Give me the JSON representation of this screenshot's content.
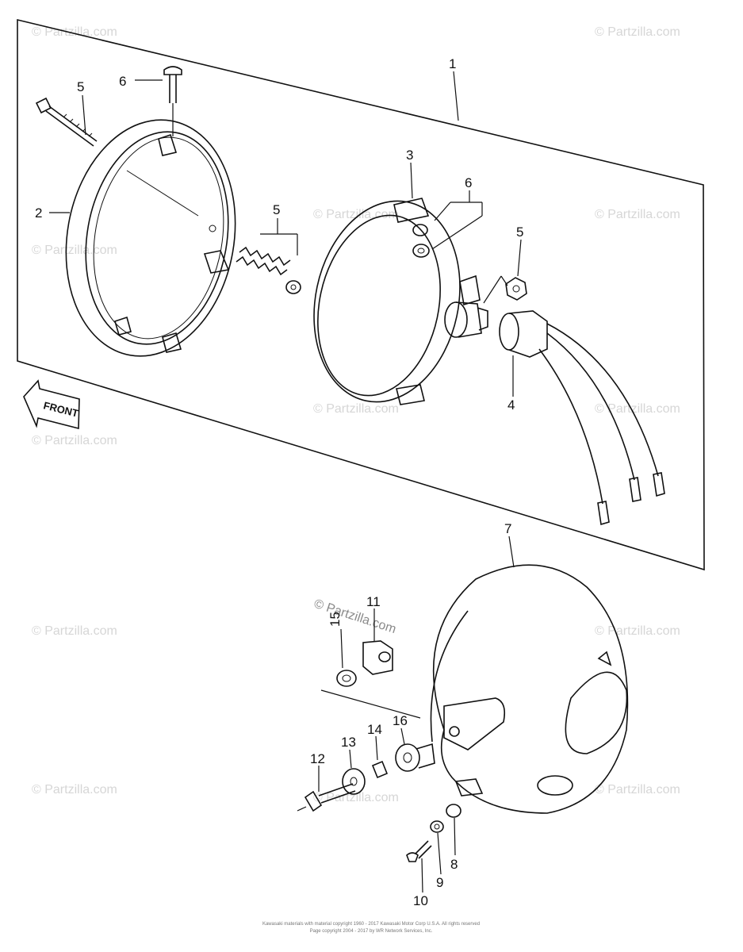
{
  "watermark": "© Partzilla.com",
  "front_label": "FRONT",
  "callouts": {
    "c1": "1",
    "c2": "2",
    "c3": "3",
    "c4": "4",
    "c5a": "5",
    "c5b": "5",
    "c5c": "5",
    "c6a": "6",
    "c6b": "6",
    "c7": "7",
    "c8": "8",
    "c9": "9",
    "c10": "10",
    "c11": "11",
    "c12": "12",
    "c13": "13",
    "c14": "14",
    "c15": "15",
    "c16": "16"
  },
  "footer": {
    "line1": "Kawasaki materials with material copyright 1960 - 2017 Kawasaki Motor Corp U.S.A. All rights reserved",
    "line2": "Page copyright 2004 - 2017 by WR Network Services, Inc."
  }
}
